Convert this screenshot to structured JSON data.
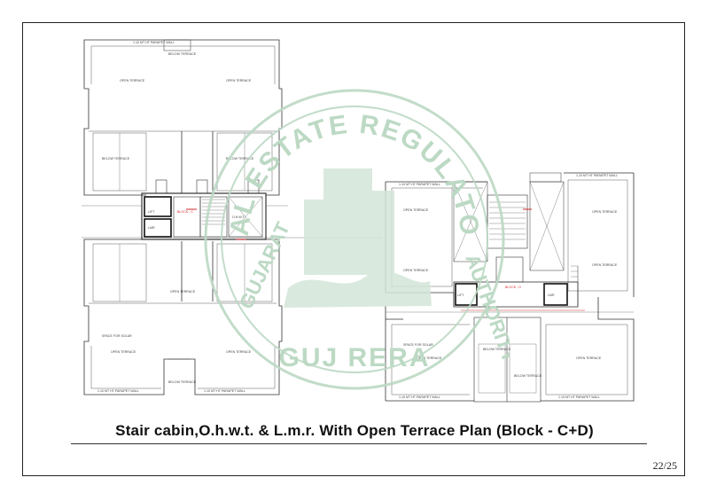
{
  "drawing": {
    "title": "Stair cabin,O.h.w.t. & L.m.r. With Open Terrace Plan (Block - C+D)",
    "page_number": "22/25"
  },
  "seal": {
    "text_top": "REAL ESTATE REGULATORY",
    "text_side_left": "GUJARAT",
    "text_side_right": "AUTHORITY",
    "text_bottom": "GUJ RERA"
  },
  "labels": {
    "open_terrace": "OPEN TERRACE",
    "below_terrace": "BELOW TERRACE",
    "space_for_solar": "SPACE FOR SOLAR",
    "lift": "LIFT",
    "lmr": "LMR",
    "ohwt": "O.H.W.T.",
    "block": "BLOCK - C",
    "block_d": "BLOCK - D",
    "parapet": "1.10 MT HT PARAPET WALL"
  },
  "colors": {
    "line": "#333333",
    "seal": "#bcd9c4",
    "accent": "#d12a2a"
  }
}
